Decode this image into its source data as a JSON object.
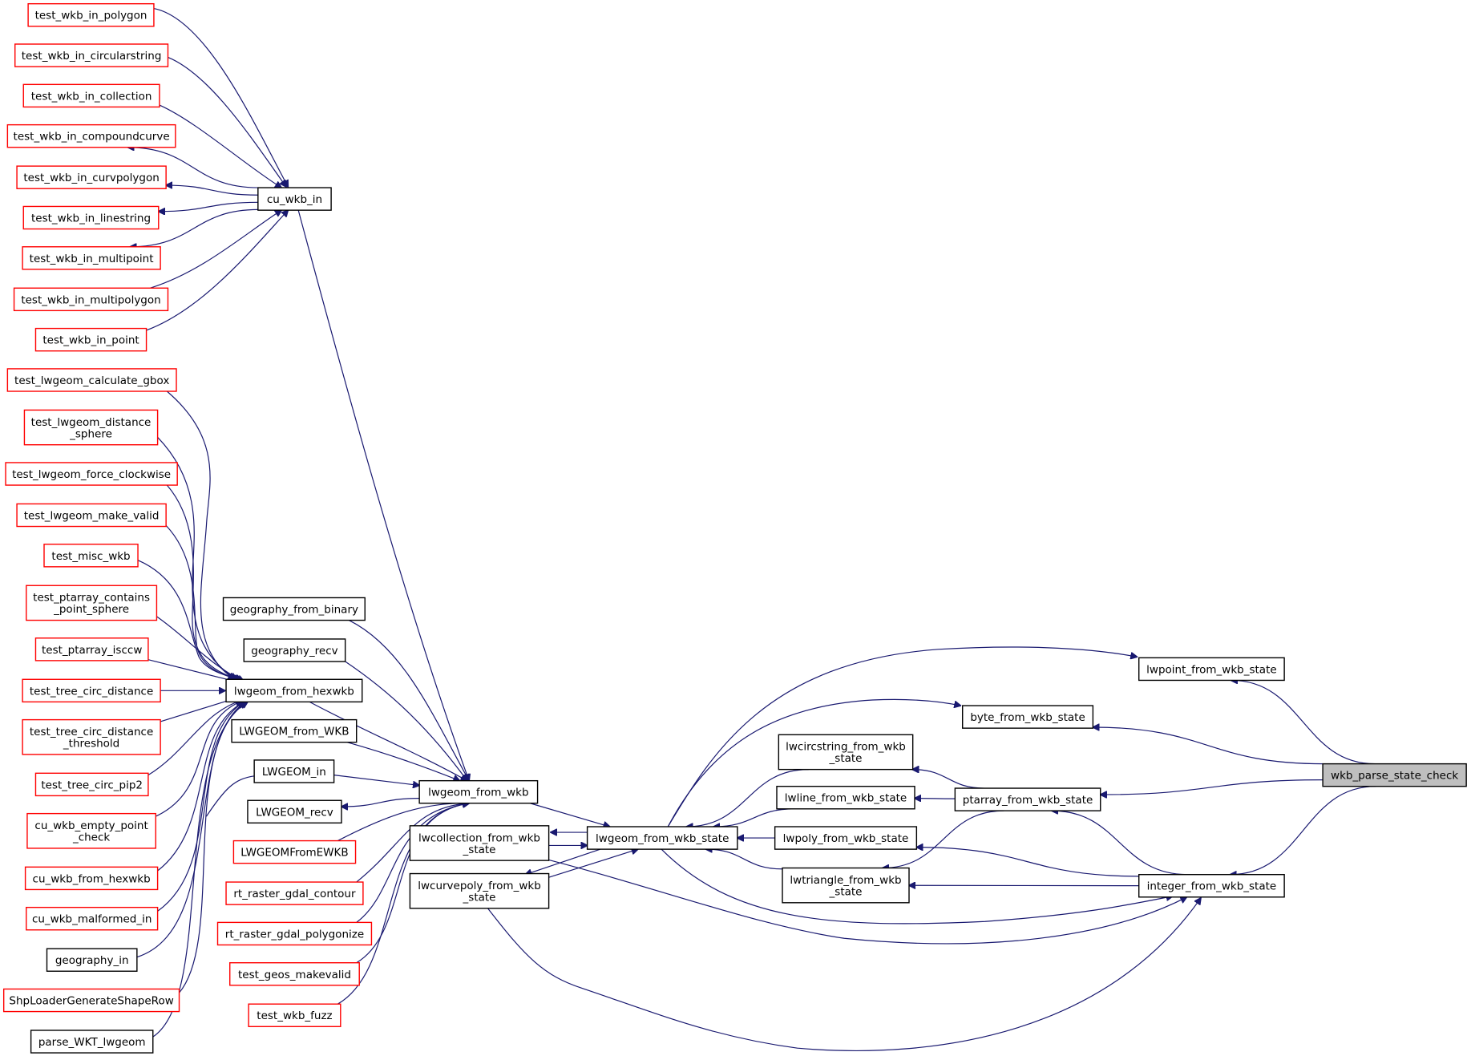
{
  "title": "",
  "colors": {
    "edge": "#191970",
    "red_border": "#ff0000",
    "black_border": "#000000",
    "current_fill": "#bfbfbf"
  },
  "nodes": [
    {
      "id": "wkb_parse_state_check",
      "lines": [
        "wkb_parse_state_check"
      ],
      "style": "current"
    },
    {
      "id": "lwpoint_from_wkb_state",
      "lines": [
        "lwpoint_from_wkb_state"
      ],
      "style": "black"
    },
    {
      "id": "byte_from_wkb_state",
      "lines": [
        "byte_from_wkb_state"
      ],
      "style": "black"
    },
    {
      "id": "ptarray_from_wkb_state",
      "lines": [
        "ptarray_from_wkb_state"
      ],
      "style": "black"
    },
    {
      "id": "integer_from_wkb_state",
      "lines": [
        "integer_from_wkb_state"
      ],
      "style": "black"
    },
    {
      "id": "lwcircstring_from_wkb_state",
      "lines": [
        "lwcircstring_from_wkb",
        "_state"
      ],
      "style": "black"
    },
    {
      "id": "lwline_from_wkb_state",
      "lines": [
        "lwline_from_wkb_state"
      ],
      "style": "black"
    },
    {
      "id": "lwpoly_from_wkb_state",
      "lines": [
        "lwpoly_from_wkb_state"
      ],
      "style": "black"
    },
    {
      "id": "lwtriangle_from_wkb_state",
      "lines": [
        "lwtriangle_from_wkb",
        "_state"
      ],
      "style": "black"
    },
    {
      "id": "lwgeom_from_wkb_state",
      "lines": [
        "lwgeom_from_wkb_state"
      ],
      "style": "black"
    },
    {
      "id": "lwcollection_from_wkb_state",
      "lines": [
        "lwcollection_from_wkb",
        "_state"
      ],
      "style": "black"
    },
    {
      "id": "lwcurvepoly_from_wkb_state",
      "lines": [
        "lwcurvepoly_from_wkb",
        "_state"
      ],
      "style": "black"
    },
    {
      "id": "lwgeom_from_wkb",
      "lines": [
        "lwgeom_from_wkb"
      ],
      "style": "black"
    },
    {
      "id": "cu_wkb_in",
      "lines": [
        "cu_wkb_in"
      ],
      "style": "black"
    },
    {
      "id": "lwgeom_from_hexwkb",
      "lines": [
        "lwgeom_from_hexwkb"
      ],
      "style": "black"
    },
    {
      "id": "geography_from_binary",
      "lines": [
        "geography_from_binary"
      ],
      "style": "black"
    },
    {
      "id": "geography_recv",
      "lines": [
        "geography_recv"
      ],
      "style": "black"
    },
    {
      "id": "LWGEOM_from_WKB",
      "lines": [
        "LWGEOM_from_WKB"
      ],
      "style": "black"
    },
    {
      "id": "LWGEOM_in",
      "lines": [
        "LWGEOM_in"
      ],
      "style": "black"
    },
    {
      "id": "LWGEOM_recv",
      "lines": [
        "LWGEOM_recv"
      ],
      "style": "black"
    },
    {
      "id": "LWGEOMFromEWKB",
      "lines": [
        "LWGEOMFromEWKB"
      ],
      "style": "red"
    },
    {
      "id": "rt_raster_gdal_contour",
      "lines": [
        "rt_raster_gdal_contour"
      ],
      "style": "red"
    },
    {
      "id": "rt_raster_gdal_polygonize",
      "lines": [
        "rt_raster_gdal_polygonize"
      ],
      "style": "red"
    },
    {
      "id": "test_geos_makevalid",
      "lines": [
        "test_geos_makevalid"
      ],
      "style": "red"
    },
    {
      "id": "test_wkb_fuzz",
      "lines": [
        "test_wkb_fuzz"
      ],
      "style": "red"
    },
    {
      "id": "test_wkb_in_polygon",
      "lines": [
        "test_wkb_in_polygon"
      ],
      "style": "red"
    },
    {
      "id": "test_wkb_in_circularstring",
      "lines": [
        "test_wkb_in_circularstring"
      ],
      "style": "red"
    },
    {
      "id": "test_wkb_in_collection",
      "lines": [
        "test_wkb_in_collection"
      ],
      "style": "red"
    },
    {
      "id": "test_wkb_in_compoundcurve",
      "lines": [
        "test_wkb_in_compoundcurve"
      ],
      "style": "red"
    },
    {
      "id": "test_wkb_in_curvpolygon",
      "lines": [
        "test_wkb_in_curvpolygon"
      ],
      "style": "red"
    },
    {
      "id": "test_wkb_in_linestring",
      "lines": [
        "test_wkb_in_linestring"
      ],
      "style": "red"
    },
    {
      "id": "test_wkb_in_multipoint",
      "lines": [
        "test_wkb_in_multipoint"
      ],
      "style": "red"
    },
    {
      "id": "test_wkb_in_multipolygon",
      "lines": [
        "test_wkb_in_multipolygon"
      ],
      "style": "red"
    },
    {
      "id": "test_wkb_in_point",
      "lines": [
        "test_wkb_in_point"
      ],
      "style": "red"
    },
    {
      "id": "test_lwgeom_calculate_gbox",
      "lines": [
        "test_lwgeom_calculate_gbox"
      ],
      "style": "red"
    },
    {
      "id": "test_lwgeom_distance_sphere",
      "lines": [
        "test_lwgeom_distance",
        "_sphere"
      ],
      "style": "red"
    },
    {
      "id": "test_lwgeom_force_clockwise",
      "lines": [
        "test_lwgeom_force_clockwise"
      ],
      "style": "red"
    },
    {
      "id": "test_lwgeom_make_valid",
      "lines": [
        "test_lwgeom_make_valid"
      ],
      "style": "red"
    },
    {
      "id": "test_misc_wkb",
      "lines": [
        "test_misc_wkb"
      ],
      "style": "red"
    },
    {
      "id": "test_ptarray_contains_point_sphere",
      "lines": [
        "test_ptarray_contains",
        "_point_sphere"
      ],
      "style": "red"
    },
    {
      "id": "test_ptarray_isccw",
      "lines": [
        "test_ptarray_isccw"
      ],
      "style": "red"
    },
    {
      "id": "test_tree_circ_distance",
      "lines": [
        "test_tree_circ_distance"
      ],
      "style": "red"
    },
    {
      "id": "test_tree_circ_distance_threshold",
      "lines": [
        "test_tree_circ_distance",
        "_threshold"
      ],
      "style": "red"
    },
    {
      "id": "test_tree_circ_pip2",
      "lines": [
        "test_tree_circ_pip2"
      ],
      "style": "red"
    },
    {
      "id": "cu_wkb_empty_point_check",
      "lines": [
        "cu_wkb_empty_point",
        "_check"
      ],
      "style": "red"
    },
    {
      "id": "cu_wkb_from_hexwkb",
      "lines": [
        "cu_wkb_from_hexwkb"
      ],
      "style": "red"
    },
    {
      "id": "cu_wkb_malformed_in",
      "lines": [
        "cu_wkb_malformed_in"
      ],
      "style": "red"
    },
    {
      "id": "geography_in",
      "lines": [
        "geography_in"
      ],
      "style": "black"
    },
    {
      "id": "ShpLoaderGenerateShapeRow",
      "lines": [
        "ShpLoaderGenerateShapeRow"
      ],
      "style": "red"
    },
    {
      "id": "parse_WKT_lwgeom",
      "lines": [
        "parse_WKT_lwgeom"
      ],
      "style": "black"
    }
  ]
}
